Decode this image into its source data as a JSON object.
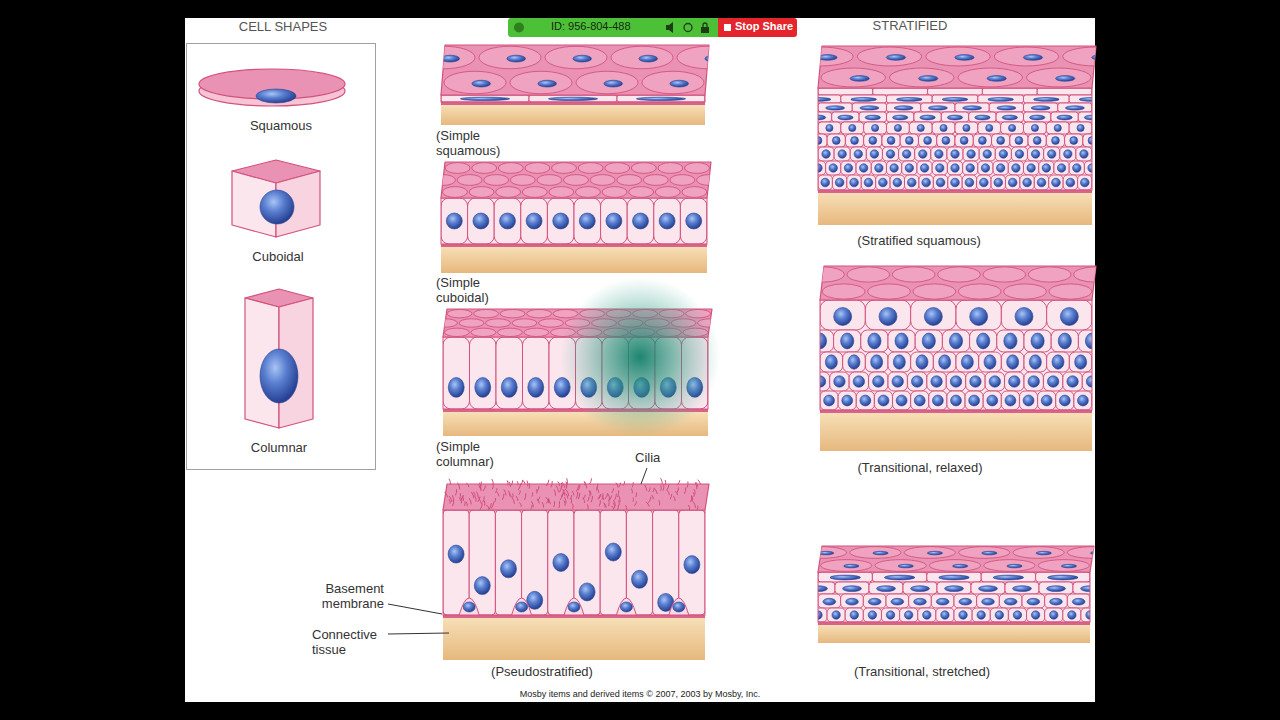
{
  "diagram": {
    "nodes": [
      {
        "text": [
          "CELL SHAPES",
          "Squamous",
          "Cuboidal",
          "Columnar"
        ]
      },
      {
        "text": [
          "ID: 956-804-488"
        ]
      },
      {
        "text": [
          "Stop Share"
        ]
      }
    ],
    "labels": [
      "STRATIFIED",
      "(Simple squamous)",
      "(Simple cuboidal)",
      "(Simple columnar)",
      "Cilia",
      "Basement membrane",
      "Connective tissue",
      "(Pseudostratified)",
      "(Stratified squamous)",
      "(Transitional, relaxed)",
      "(Transitional, stretched)",
      "Mosby items and derived items © 2007, 2003 by Mosby, Inc."
    ]
  }
}
